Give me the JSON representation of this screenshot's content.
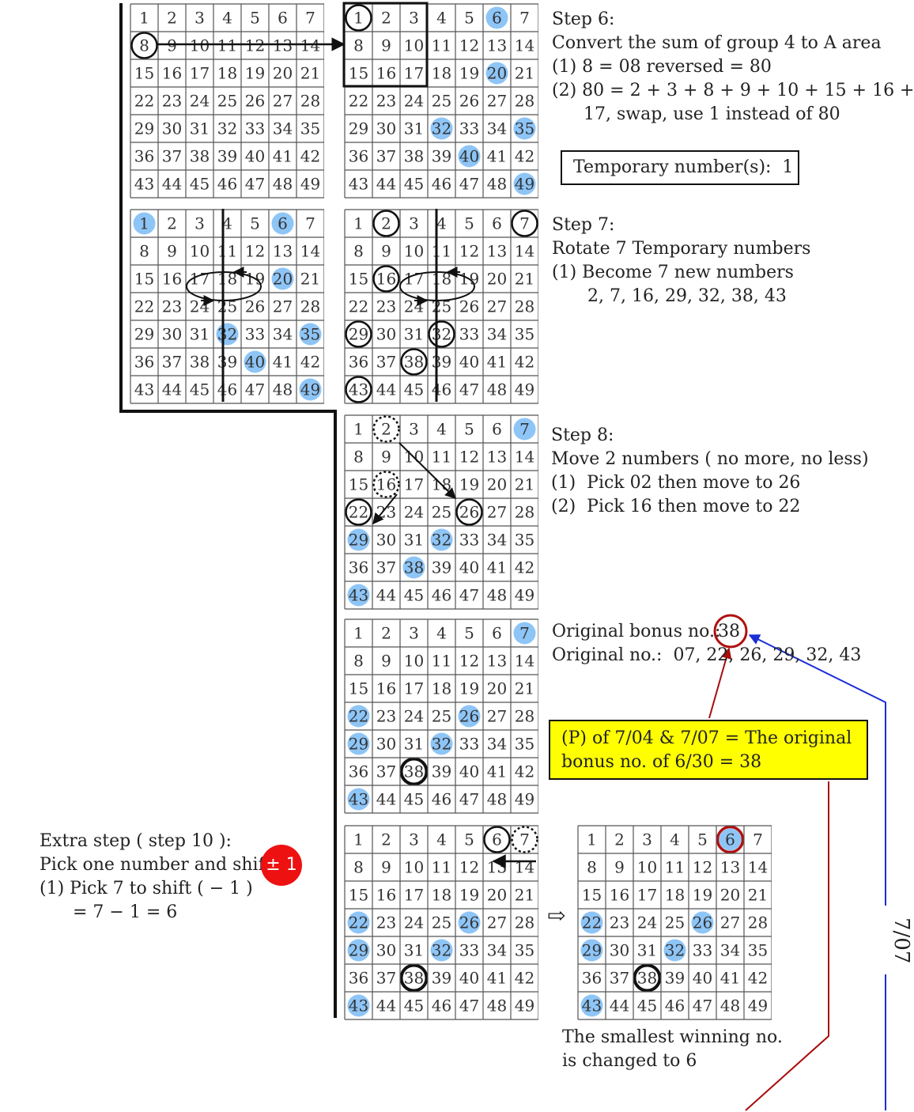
{
  "colors": {
    "highlight": "#8ec5f7",
    "grid_line": "#555555",
    "circle_black": "#111111",
    "circle_red": "#b01010",
    "arrow_blue": "#1a2fd6",
    "arrow_red": "#a80d0d",
    "yellow_box": "#ffff00",
    "red_ball": "#ee1111"
  },
  "step6": {
    "title": "Step 6:",
    "line1": "Convert the sum of group 4 to A area",
    "line2": "(1) 8 = 08 reversed = 80",
    "line3": "(2) 80 = 2 + 3 + 8 + 9 + 10 + 15 + 16 +",
    "line4": "17, swap, use 1 instead of 80",
    "temporary": "Temporary number(s):  1"
  },
  "step7": {
    "title": "Step 7:",
    "line1": "Rotate 7 Temporary numbers",
    "line2": "(1) Become 7 new numbers",
    "line3": "2, 7, 16, 29, 32, 38, 43"
  },
  "step8": {
    "title": "Step 8:",
    "line1": "Move 2 numbers ( no more, no less)",
    "line2": "(1)  Pick 02 then move to 26",
    "line3": "(2)  Pick 16 then move to 22"
  },
  "original": {
    "bonus_label": "Original bonus no.:",
    "bonus_value": "38",
    "numbers": "Original no.:  07, 22, 26, 29, 32, 43"
  },
  "yellow_box": {
    "line1": "(P) of 7/04 & 7/07 = The original",
    "line2": "bonus no. of 6/30 = 38"
  },
  "extra": {
    "line1": "Extra step ( step 10 ):",
    "line2": "Pick one number and shift",
    "ball": "± 1",
    "line3": "(1) Pick 7 to shift ( − 1 )",
    "line4": "= 7 − 1 = 6"
  },
  "footer": {
    "line1": "The smallest winning no.",
    "line2": "is changed to 6"
  },
  "date_label": "7/07",
  "arrow_symbol": "⇨",
  "grids": [
    {
      "id": "grid-a1",
      "highlights": [],
      "circles": [
        8
      ]
    },
    {
      "id": "grid-b1",
      "highlights": [
        6,
        20,
        32,
        35,
        40,
        49
      ],
      "circles": [
        1
      ]
    },
    {
      "id": "grid-a2",
      "highlights": [
        1,
        6,
        20,
        32,
        35,
        40,
        49
      ],
      "circles": []
    },
    {
      "id": "grid-b2",
      "highlights": [],
      "circles": [
        2,
        7,
        16,
        29,
        32,
        38,
        43
      ]
    },
    {
      "id": "grid-b3",
      "highlights": [
        7,
        29,
        32,
        38,
        43
      ],
      "circles": [
        22,
        26
      ],
      "dotted_circles": [
        2,
        16
      ]
    },
    {
      "id": "grid-b4",
      "highlights": [
        7,
        22,
        26,
        29,
        32,
        43
      ],
      "circles": [],
      "bold_circles": [
        38
      ]
    },
    {
      "id": "grid-b5",
      "highlights": [
        22,
        26,
        29,
        32,
        43
      ],
      "circles": [
        6
      ],
      "bold_circles": [
        38
      ],
      "dotted_circles": [
        7
      ]
    },
    {
      "id": "grid-c5",
      "highlights": [
        6,
        22,
        26,
        29,
        32,
        43
      ],
      "circles": [],
      "bold_circles": [
        38
      ],
      "red_circles": [
        6
      ]
    }
  ]
}
